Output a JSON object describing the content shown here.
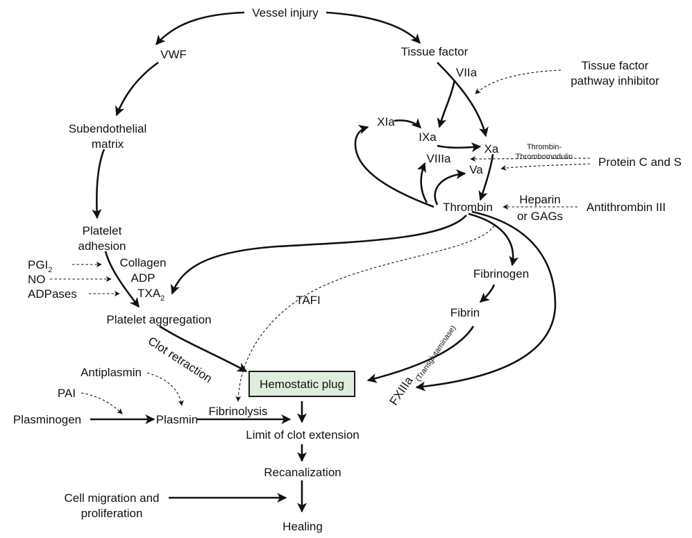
{
  "nodes": {
    "vessel_injury": "Vessel injury",
    "vwf": "VWF",
    "tissue_factor": "Tissue factor",
    "viia": "VIIa",
    "tfpi_line1": "Tissue factor",
    "tfpi_line2": "pathway inhibitor",
    "subendo_line1": "Subendothelial",
    "subendo_line2": "matrix",
    "xia": "XIa",
    "ixa": "IXa",
    "xa": "Xa",
    "viiia": "VIIIa",
    "va": "Va",
    "tm_line1": "Thrombin-",
    "tm_line2": "Thrombomodulin",
    "protein_cs": "Protein C and S",
    "thrombin": "Thrombin",
    "heparin_line1": "Heparin",
    "heparin_line2": "or GAGs",
    "antithrombin": "Antithrombin III",
    "platelet_line1": "Platelet",
    "platelet_line2": "adhesion",
    "pgi_base": "PGI",
    "pgi_sub": "2",
    "no": "NO",
    "adpases": "ADPases",
    "collagen": "Collagen",
    "adp": "ADP",
    "txa_base": "TXA",
    "txa_sub": "2",
    "tafi": "TAFI",
    "fibrinogen": "Fibrinogen",
    "platelet_aggregation": "Platelet aggregation",
    "fibrin": "Fibrin",
    "clot_retraction": "Clot retraction",
    "transglutaminase": "(Transglutaminase)",
    "fxiiia": "FXIIIa",
    "hemostatic_plug": "Hemostatic plug",
    "antiplasmin": "Antiplasmin",
    "pai": "PAI",
    "plasminogen": "Plasminogen",
    "plasmin": "Plasmin",
    "fibrinolysis": "Fibrinolysis",
    "limit_clot": "Limit of clot extension",
    "recanalization": "Recanalization",
    "cell_line1": "Cell migration and",
    "cell_line2": "proliferation",
    "healing": "Healing"
  },
  "colors": {
    "plug_fill": "#deeede",
    "plug_border": "#1a1a1a",
    "ink": "#111111"
  }
}
